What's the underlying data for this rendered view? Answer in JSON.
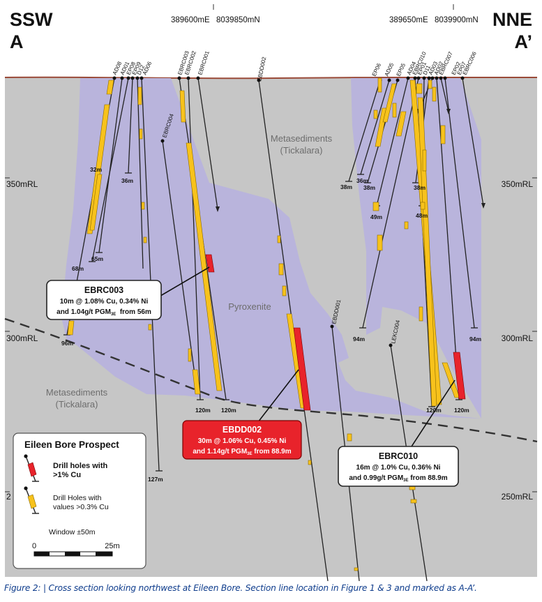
{
  "corners": {
    "left_dir": "SSW",
    "left_letter": "A",
    "right_dir": "NNE",
    "right_letter": "A’"
  },
  "coords": [
    "389600mE",
    "8039850mN",
    "389650mE",
    "8039900mN"
  ],
  "rl_labels": {
    "rl350": "350mRL",
    "rl300": "300mRL",
    "rl250": "250mRL",
    "rl_left_partial": "2"
  },
  "units": {
    "meta_upper": [
      "Metasediments",
      "(Tickalara)"
    ],
    "meta_lower": [
      "Metasediments",
      "(Tickalara)"
    ],
    "pyroxenite": "Pyroxenite"
  },
  "holes": {
    "AD08": "AD08",
    "AD01": "AD01",
    "EP08": "EP08",
    "EP09": "EP09",
    "D12": "D12",
    "AD06": "AD06",
    "EBRC003": "EBRC003",
    "EBRC002": "EBRC002",
    "EBRC001": "EBRC001",
    "EBRC004": "EBRC004",
    "EBDD002": "EBDD002",
    "EBDD001": "EBDD001",
    "EP06": "EP06",
    "AD05": "AD05",
    "EP05": "EP05",
    "AD04": "AD04",
    "EBRC010": "EBRC010",
    "EP01": "EP01",
    "D11": "D11",
    "AD03": "AD03",
    "AD02": "AD02",
    "EBRC007": "EBRC007",
    "EP02": "EP02",
    "EP07": "EP07",
    "EBRC006": "EBRC006",
    "LEKC004": "LEKC004"
  },
  "depths": {
    "d32": "32m",
    "d36a": "36m",
    "d68": "68m",
    "d65": "65m",
    "d96": "96m",
    "d120a": "120m",
    "d120b": "120m",
    "d127": "127m",
    "d38a": "38m",
    "d36b": "36m",
    "d38b": "38m",
    "d49": "49m",
    "d38c": "38m",
    "d48": "48m",
    "d94a": "94m",
    "d94b": "94m",
    "d120c": "120m",
    "d120d": "120m"
  },
  "callouts": {
    "ebrc003": {
      "title": "EBRC003",
      "line1": "10m @ 1.08% Cu, 0.34% Ni",
      "line2a": "and 1.04g/t PGM",
      "sub": "3E",
      "line2b": "  from 56m"
    },
    "ebdd002": {
      "title": "EBDD002",
      "line1": "30m @ 1.06% Cu, 0.45% Ni",
      "line2a": "and 1.14g/t PGM",
      "sub": "3E",
      "line2b": " from 88.9m"
    },
    "ebrc010": {
      "title": "EBRC010",
      "line1": "16m @ 1.0% Cu, 0.36% Ni",
      "line2a": "and 0.99g/t PGM",
      "sub": "3E",
      "line2b": " from 88.9m"
    }
  },
  "legend": {
    "title": "Eileen Bore Prospect",
    "item1": [
      "Drill holes with",
      ">1% Cu"
    ],
    "item2": [
      "Drill Holes with",
      "values >0.3% Cu"
    ],
    "window": "Window ±50m",
    "scale_start": "0",
    "scale_end": "25m"
  },
  "colors": {
    "background": "#c6c6c6",
    "pyroxenite": "#b9b4dc",
    "topography": "#9a4a38",
    "high_grade": "#e8232b",
    "low_grade": "#f7c21c",
    "caption": "#0e3c8c"
  },
  "caption": "Figure 2: | Cross section looking northwest at Eileen Bore.  Section line location in Figure 1 & 3 and marked as A-A’."
}
